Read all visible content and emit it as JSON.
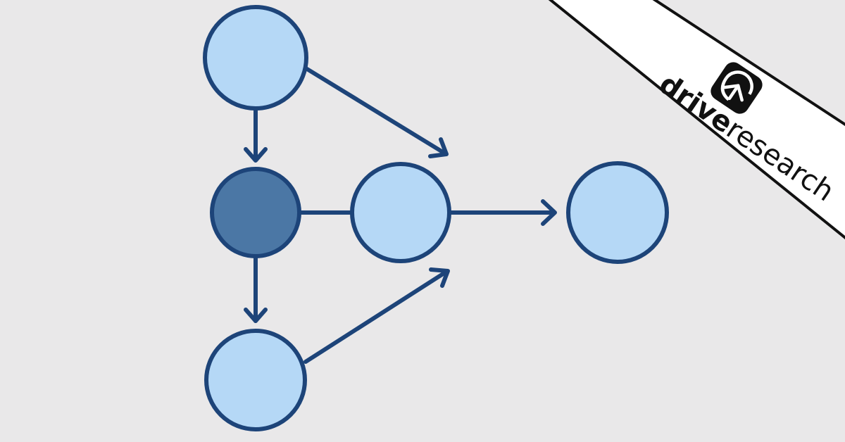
{
  "colors": {
    "background": "#e9e8e9",
    "node_fill_light": "#b5d8f6",
    "node_fill_dark": "#4b77a5",
    "stroke": "#1d4479",
    "banner_fill": "#ffffff",
    "banner_border": "#111111"
  },
  "diagram": {
    "nodes": [
      {
        "id": "top",
        "style": "light"
      },
      {
        "id": "center",
        "style": "dark"
      },
      {
        "id": "middle",
        "style": "light"
      },
      {
        "id": "right",
        "style": "light"
      },
      {
        "id": "bottom",
        "style": "light"
      }
    ],
    "edges": [
      {
        "from": "top",
        "to": "center",
        "arrow": true
      },
      {
        "from": "top",
        "to": "middle",
        "arrow": true
      },
      {
        "from": "center",
        "to": "middle",
        "arrow": false
      },
      {
        "from": "center",
        "to": "bottom",
        "arrow": true
      },
      {
        "from": "bottom",
        "to": "middle",
        "arrow": true
      },
      {
        "from": "middle",
        "to": "right",
        "arrow": true
      }
    ]
  },
  "brand": {
    "word_bold": "drive",
    "word_light": "research",
    "logo_icon": "drive-research-logo-icon"
  }
}
